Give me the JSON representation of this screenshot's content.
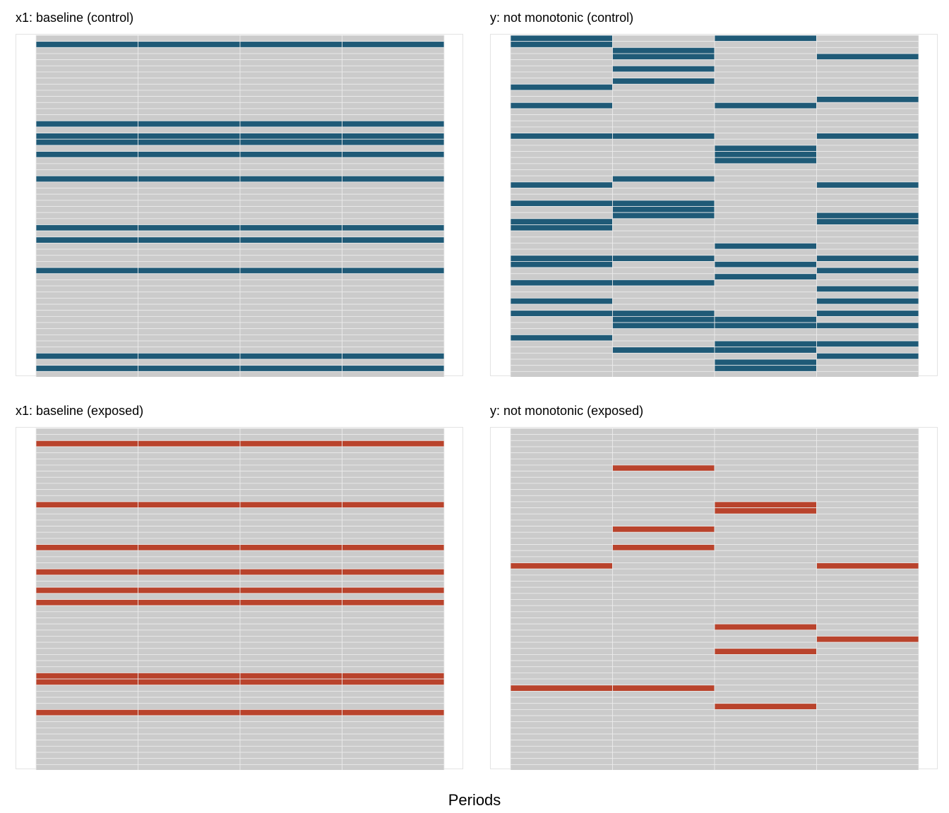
{
  "colors": {
    "control": "#1f5a77",
    "exposed": "#b9432c",
    "zero": "#cbcbcb",
    "panel_border": "#e3e3e3"
  },
  "x_axis_title": "Periods",
  "chart_data": [
    {
      "id": "p1",
      "type": "heatmap",
      "title": "x1: baseline (control)",
      "group": "control",
      "periods": 4,
      "units": 56,
      "rows_on": [
        [
          1,
          1,
          1,
          1
        ],
        [
          14,
          1,
          1,
          1
        ],
        [
          16,
          1,
          1,
          1
        ],
        [
          17,
          1,
          1,
          1
        ],
        [
          19,
          1,
          1,
          1
        ],
        [
          23,
          1,
          1,
          1
        ],
        [
          31,
          1,
          1,
          1
        ],
        [
          33,
          1,
          1,
          1
        ],
        [
          38,
          1,
          1,
          1
        ],
        [
          52,
          1,
          1,
          1
        ],
        [
          54,
          1,
          1,
          1
        ]
      ]
    },
    {
      "id": "p2",
      "type": "heatmap",
      "title": "y: not monotonic (control)",
      "group": "control",
      "periods": 4,
      "units": 56,
      "rows_on": [
        [
          0,
          1,
          0,
          1,
          0
        ],
        [
          1,
          1,
          0,
          0,
          0
        ],
        [
          2,
          0,
          1,
          0,
          0
        ],
        [
          3,
          0,
          1,
          0,
          1
        ],
        [
          5,
          0,
          1,
          0,
          0
        ],
        [
          7,
          0,
          1,
          0,
          0
        ],
        [
          8,
          1,
          0,
          0,
          0
        ],
        [
          10,
          0,
          0,
          0,
          1
        ],
        [
          11,
          1,
          0,
          1,
          0
        ],
        [
          16,
          1,
          1,
          0,
          1
        ],
        [
          18,
          0,
          0,
          1,
          0
        ],
        [
          19,
          0,
          0,
          1,
          0
        ],
        [
          20,
          0,
          0,
          1,
          0
        ],
        [
          23,
          0,
          1,
          0,
          0
        ],
        [
          24,
          1,
          0,
          0,
          1
        ],
        [
          27,
          1,
          1,
          0,
          0
        ],
        [
          28,
          0,
          1,
          0,
          0
        ],
        [
          29,
          0,
          1,
          0,
          1
        ],
        [
          30,
          1,
          0,
          0,
          1
        ],
        [
          31,
          1,
          0,
          0,
          0
        ],
        [
          34,
          0,
          0,
          1,
          0
        ],
        [
          36,
          1,
          1,
          0,
          1
        ],
        [
          37,
          1,
          0,
          1,
          0
        ],
        [
          38,
          0,
          0,
          0,
          1
        ],
        [
          39,
          0,
          0,
          1,
          0
        ],
        [
          40,
          1,
          1,
          0,
          0
        ],
        [
          41,
          0,
          0,
          0,
          1
        ],
        [
          43,
          1,
          0,
          0,
          1
        ],
        [
          45,
          1,
          1,
          0,
          1
        ],
        [
          46,
          0,
          1,
          1,
          0
        ],
        [
          47,
          0,
          1,
          1,
          1
        ],
        [
          49,
          1,
          0,
          0,
          0
        ],
        [
          50,
          0,
          0,
          1,
          1
        ],
        [
          51,
          0,
          1,
          1,
          0
        ],
        [
          52,
          0,
          0,
          0,
          1
        ],
        [
          53,
          0,
          0,
          1,
          0
        ],
        [
          54,
          0,
          0,
          1,
          0
        ]
      ]
    },
    {
      "id": "p3",
      "type": "heatmap",
      "title": "x1: baseline (exposed)",
      "group": "exposed",
      "periods": 4,
      "units": 56,
      "rows_on": [
        [
          2,
          1,
          1,
          1
        ],
        [
          12,
          1,
          1,
          1
        ],
        [
          19,
          1,
          1,
          1
        ],
        [
          23,
          1,
          1,
          1
        ],
        [
          26,
          1,
          1,
          1
        ],
        [
          28,
          1,
          1,
          1
        ],
        [
          40,
          1,
          1,
          1
        ],
        [
          41,
          1,
          1,
          1
        ],
        [
          46,
          1,
          1,
          1
        ]
      ]
    },
    {
      "id": "p4",
      "type": "heatmap",
      "title": "y: not monotonic (exposed)",
      "group": "exposed",
      "periods": 4,
      "units": 56,
      "rows_on": [
        [
          6,
          0,
          1,
          0,
          0
        ],
        [
          12,
          0,
          0,
          1,
          0
        ],
        [
          13,
          0,
          0,
          1,
          0
        ],
        [
          16,
          0,
          1,
          0,
          0
        ],
        [
          19,
          0,
          1,
          0,
          0
        ],
        [
          22,
          1,
          0,
          0,
          1
        ],
        [
          32,
          0,
          0,
          1,
          0
        ],
        [
          34,
          0,
          0,
          0,
          1
        ],
        [
          36,
          0,
          0,
          1,
          0
        ],
        [
          42,
          1,
          1,
          0,
          0
        ],
        [
          45,
          0,
          0,
          1,
          0
        ]
      ]
    }
  ]
}
